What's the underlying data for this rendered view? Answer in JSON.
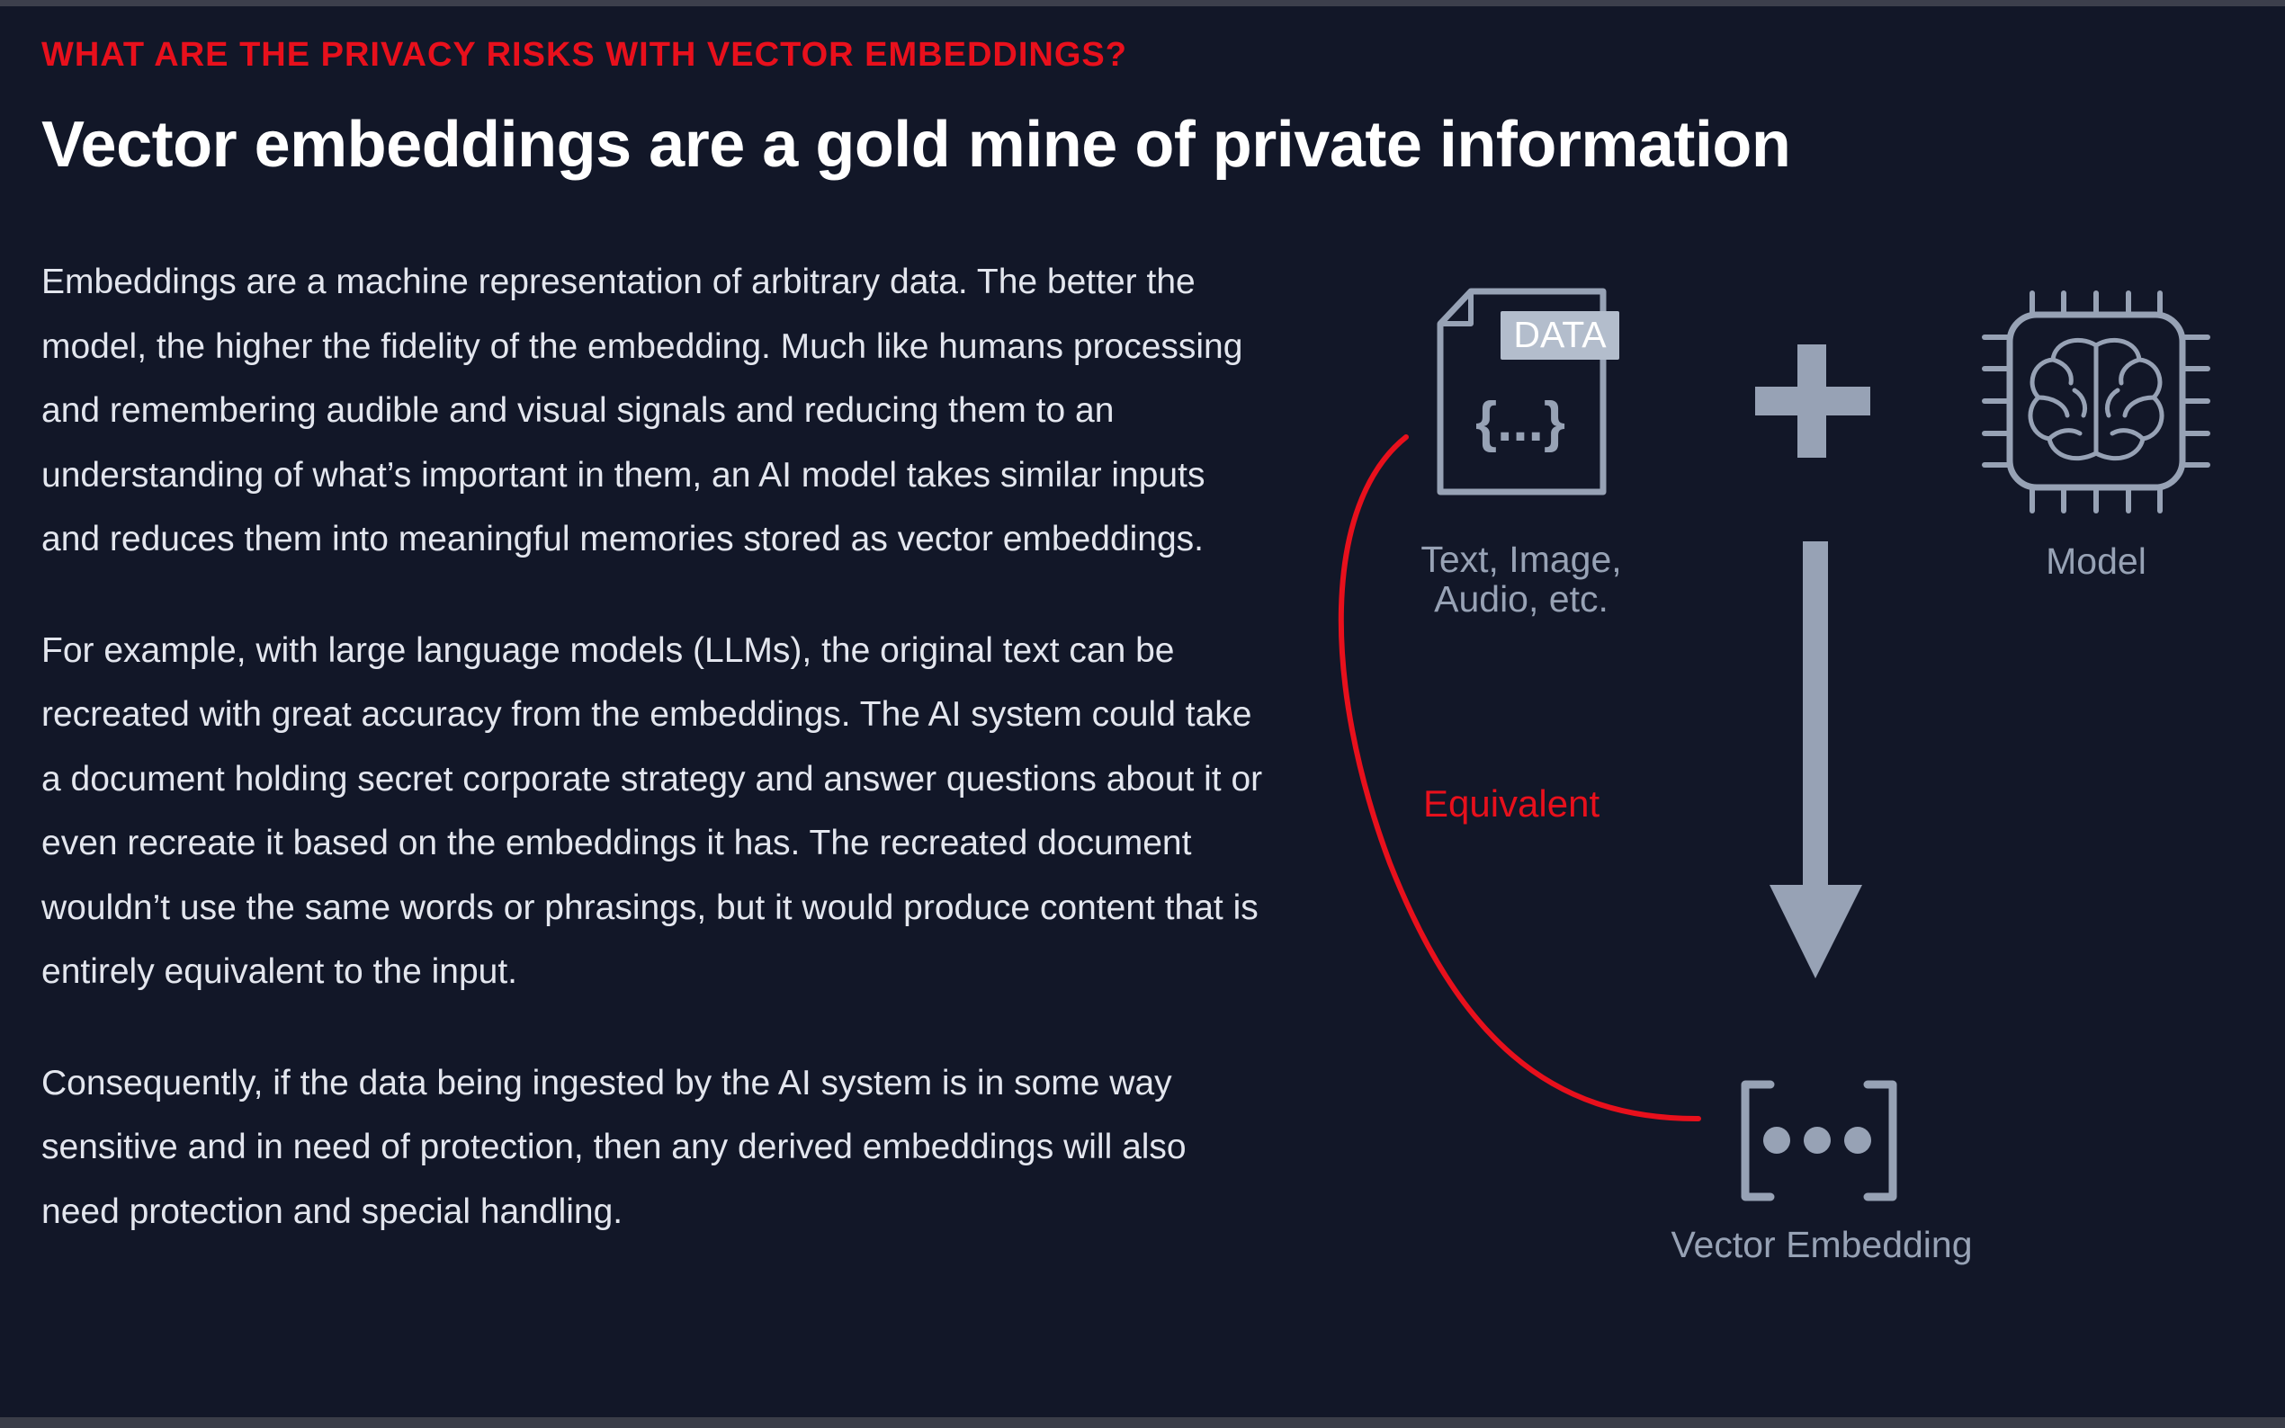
{
  "header": {
    "eyebrow": "WHAT ARE THE PRIVACY RISKS WITH VECTOR EMBEDDINGS?",
    "title": "Vector embeddings are a gold mine of private information"
  },
  "body": {
    "paragraphs": [
      "Embeddings are a machine representation of arbitrary data. The better the model, the higher the fidelity of the embedding. Much like humans processing and remembering audible and visual signals and reducing them to an understanding of what’s important in them, an AI model takes similar inputs and reduces them into meaningful memories stored as vector embeddings.",
      "For example, with large language models (LLMs), the original text can be recreated with great accuracy from the embeddings. The AI system could take a document holding secret corporate strategy and answer questions about it or even recreate it based on the embeddings it has. The recreated document wouldn’t use the same words or phrasings, but it would produce content that is entirely equivalent to the input.",
      "Consequently, if the data being ingested by the AI system is in some way sensitive and in need of protection, then any derived embeddings will also need protection and special handling."
    ]
  },
  "diagram": {
    "data_icon": {
      "icon": "data-file-icon",
      "badge": "DATA",
      "glyph": "{...}",
      "caption_line1": "Text, Image,",
      "caption_line2": "Audio, etc."
    },
    "plus_icon": "plus-icon",
    "model_icon": {
      "icon": "brain-chip-icon",
      "caption": "Model"
    },
    "arrow_icon": "down-arrow-icon",
    "vector_icon": {
      "icon": "vector-embedding-icon",
      "caption": "Vector Embedding"
    },
    "equivalence": {
      "label": "Equivalent",
      "color": "#e8101c"
    }
  },
  "colors": {
    "background": "#121728",
    "accent_red": "#e8101c",
    "icon_gray": "#97a2b5",
    "body_text": "#e3e6ee",
    "title_text": "#ffffff"
  }
}
